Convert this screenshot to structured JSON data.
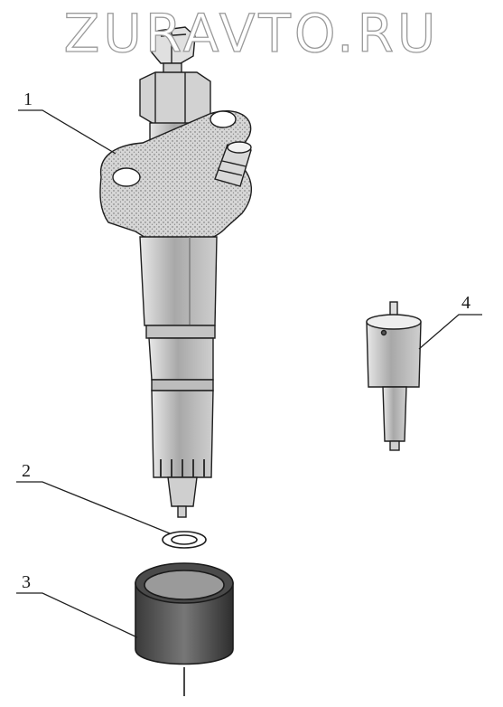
{
  "watermark": "ZURAVTO.RU",
  "callouts": [
    {
      "id": "1",
      "label": "1"
    },
    {
      "id": "2",
      "label": "2"
    },
    {
      "id": "3",
      "label": "3"
    },
    {
      "id": "4",
      "label": "4"
    }
  ],
  "colors": {
    "ink": "#1f1f1f",
    "body_shade": "#bdbdbd",
    "dark_shade": "#555555",
    "watermark_stroke": "#9a9a9a"
  }
}
